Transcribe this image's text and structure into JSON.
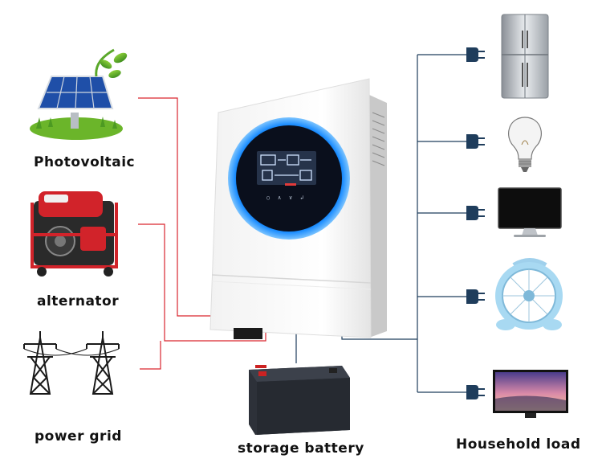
{
  "sources": [
    {
      "label": "Photovoltaic",
      "icon": "solar-panel-icon"
    },
    {
      "label": "alternator",
      "icon": "generator-icon"
    },
    {
      "label": "power grid",
      "icon": "transmission-tower-icon"
    }
  ],
  "inverter": {
    "icon": "hybrid-inverter-icon"
  },
  "battery": {
    "label": "storage battery",
    "icon": "battery-icon"
  },
  "loads": {
    "label": "Household load",
    "items": [
      {
        "icon": "refrigerator-icon"
      },
      {
        "icon": "light-bulb-icon"
      },
      {
        "icon": "monitor-icon"
      },
      {
        "icon": "desk-fan-icon"
      },
      {
        "icon": "television-icon"
      }
    ]
  },
  "colors": {
    "source_line": "#d9262f",
    "load_line": "#1f3d5c",
    "inverter_ring": "#1a8cff",
    "plug": "#1f3d5c"
  }
}
